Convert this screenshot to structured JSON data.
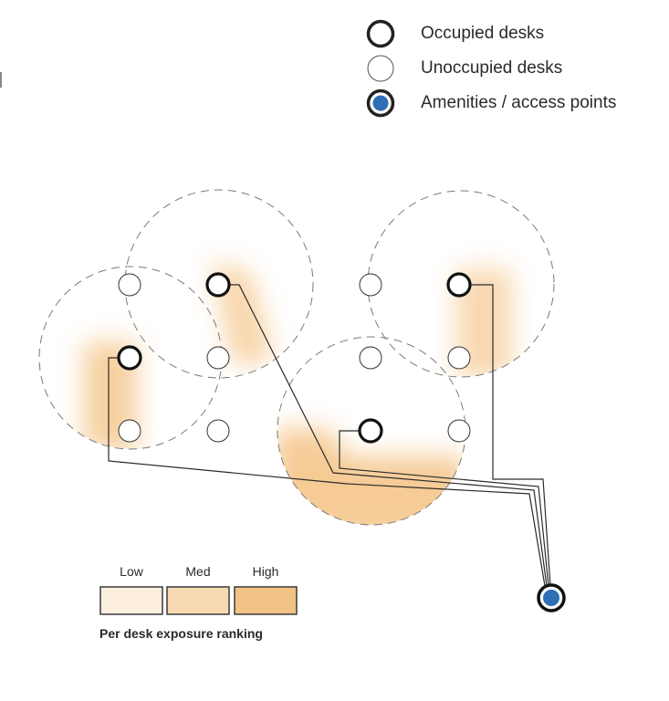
{
  "legend": {
    "items": [
      {
        "label": "Occupied desks",
        "icon": "occupied-desk-icon"
      },
      {
        "label": "Unoccupied desks",
        "icon": "unoccupied-desk-icon"
      },
      {
        "label": "Amenities / access points",
        "icon": "amenity-icon"
      }
    ]
  },
  "colors": {
    "amenity_fill": "#2f6fb5",
    "exposure_low": "#fbeedd",
    "exposure_med": "#f7dab1",
    "exposure_high": "#f2c385",
    "heat": "#f0a850",
    "stroke": "#111111",
    "dash": "#7a7a7a"
  },
  "desks": {
    "columns": 4,
    "rows": 3,
    "occupied": [
      [
        1,
        0
      ],
      [
        0,
        1
      ],
      [
        3,
        0
      ],
      [
        2,
        2
      ]
    ]
  },
  "exposure_scale": {
    "levels": [
      "Low",
      "Med",
      "High"
    ],
    "title": "Per desk exposure ranking"
  }
}
